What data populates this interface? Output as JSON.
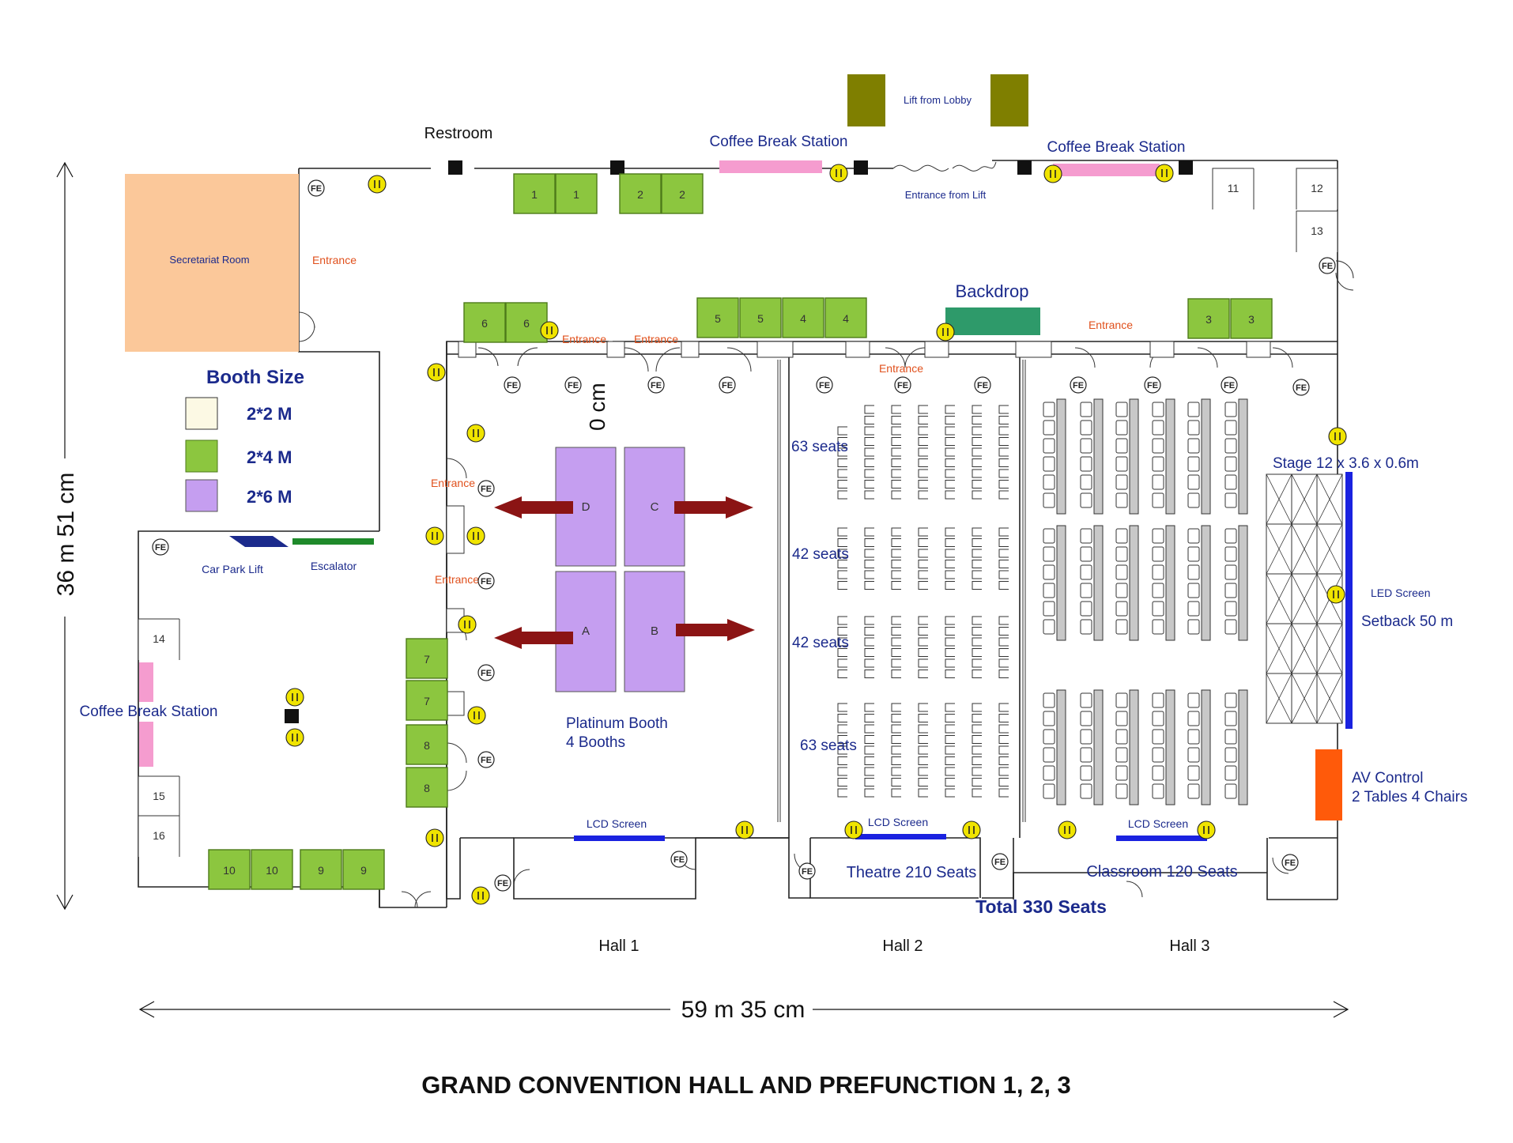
{
  "title": "GRAND CONVENTION HALL AND PREFUNCTION 1, 2, 3",
  "dimensions": {
    "height": "36 m 51 cm",
    "width": "59 m 35 cm",
    "zero": "0 cm"
  },
  "legend": {
    "title": "Booth Size",
    "items": [
      {
        "label": "2*2 M",
        "color": "#fcf9e4"
      },
      {
        "label": "2*4 M",
        "color": "#8cc63f"
      },
      {
        "label": "2*6 M",
        "color": "#c59ef0"
      }
    ]
  },
  "rooms": {
    "secretariat": "Secretariat Room",
    "restroom": "Restroom",
    "lift_lobby": "Lift from Lobby",
    "entrance_lift": "Entrance from Lift",
    "backdrop": "Backdrop",
    "car_park_lift": "Car Park Lift",
    "escalator": "Escalator",
    "led_screen": "LED Screen",
    "lcd_screen": "LCD Screen",
    "coffee_break": "Coffee Break Station",
    "entrance": "Entrance",
    "fe": "FE"
  },
  "halls": [
    "Hall 1",
    "Hall 2",
    "Hall 3"
  ],
  "hall_notes": {
    "platinum_l1": "Platinum Booth",
    "platinum_l2": "4 Booths",
    "stage": "Stage 12 x 3.6 x 0.6m",
    "setback": "Setback 50 m",
    "av_l1": "AV Control",
    "av_l2": "2 Tables 4 Chairs",
    "theatre": "Theatre 210 Seats",
    "classroom": "Classroom 120 Seats",
    "total": "Total 330 Seats",
    "seat_blocks": [
      "63 seats",
      "42 seats",
      "42 seats",
      "63 seats"
    ]
  },
  "booths": {
    "green": [
      "1",
      "1",
      "2",
      "2",
      "6",
      "6",
      "5",
      "5",
      "4",
      "4",
      "3",
      "3",
      "7",
      "7",
      "8",
      "8",
      "10",
      "10",
      "9",
      "9"
    ],
    "white": [
      "11",
      "12",
      "13",
      "14",
      "15",
      "16"
    ],
    "platinum": [
      "D",
      "C",
      "A",
      "B"
    ]
  },
  "colors": {
    "navy": "#1b2a8c",
    "orange": "#e0501c",
    "secretariat": "#fbc89a",
    "coffee": "#f59ccf",
    "lift": "#7f7f00",
    "backdrop": "#2e9a6a",
    "screen": "#1a22e0",
    "av": "#ff5a0a",
    "arrow": "#8b1414",
    "escalator": "#1f8a2a"
  }
}
